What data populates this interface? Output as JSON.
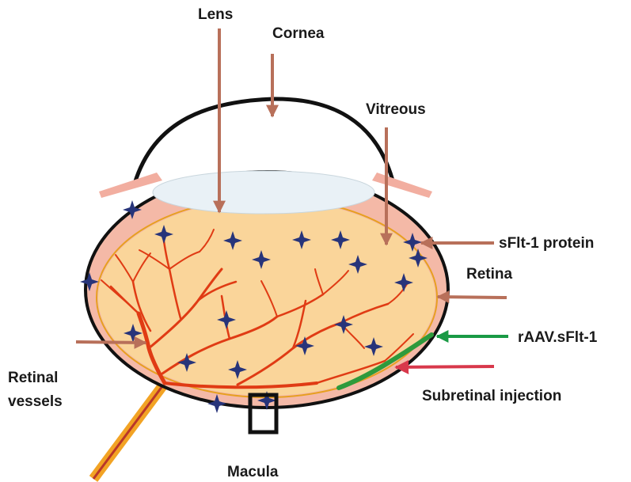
{
  "labels": {
    "lens": "Lens",
    "cornea": "Cornea",
    "vitreous": "Vitreous",
    "sflt1_protein": "sFlt-1 protein",
    "retina": "Retina",
    "raav": "rAAV.sFlt-1",
    "subretinal_injection": "Subretinal injection",
    "retinal_vessels_line1": "Retinal",
    "retinal_vessels_line2": "vessels",
    "macula": "Macula"
  },
  "colors": {
    "pointer_arrow": "#b8705a",
    "vector_arrow": "#1a9a45",
    "vector_band": "#2e9a3c",
    "injection_arrow": "#d8384b",
    "vitreous_fill": "#fad59a",
    "retina_band": "#f4b9a7",
    "lens_fill": "#e9f1f6",
    "vessel": "#e03b14",
    "star": "#27347a",
    "optic_nerve_outer": "#f2a324",
    "optic_nerve_inner": "#b9372a"
  },
  "icons": {
    "sflt1_marker": "four-point-star-icon",
    "macula_marker": "square-outline-icon"
  }
}
